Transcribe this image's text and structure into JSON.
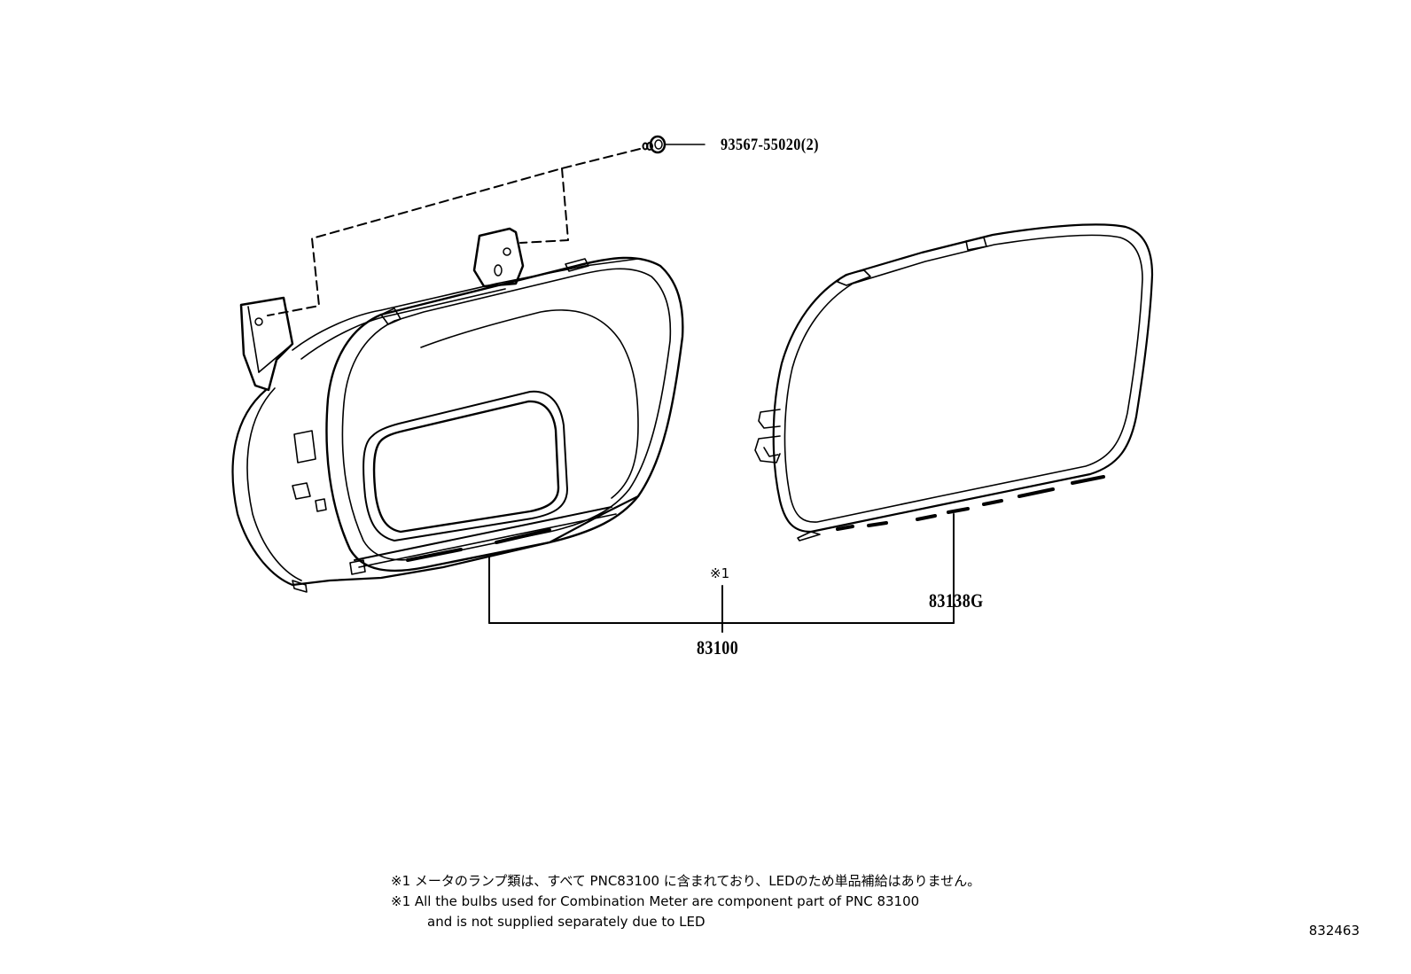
{
  "diagram": {
    "type": "exploded-parts-view",
    "subject": "Combination Meter assembly",
    "illustration_id": "832463",
    "colors": {
      "line": "#000000",
      "background": "#ffffff"
    }
  },
  "callouts": [
    {
      "id": "screw",
      "part_number": "93567-55020(2)",
      "label": "93567-55020(2)"
    },
    {
      "id": "meter-assy",
      "part_number": "83100",
      "label": "83100"
    },
    {
      "id": "glass",
      "part_number": "83138G",
      "label": "83138G"
    }
  ],
  "note_marker": "※1",
  "footnotes": {
    "jp": "※1 メータのランプ類は、すべて PNC83100 に含まれており、LEDのため単品補給はありません。",
    "en_line1": "※1 All the bulbs used for Combination Meter are component part of PNC 83100",
    "en_line2": "and is not supplied separately due to LED"
  },
  "parts": [
    {
      "name": "screw",
      "label": "93567-55020(2)",
      "quantity": 2
    },
    {
      "name": "combination-meter-assembly",
      "label": "83100"
    },
    {
      "name": "meter-glass-cover",
      "label": "83138G"
    }
  ]
}
